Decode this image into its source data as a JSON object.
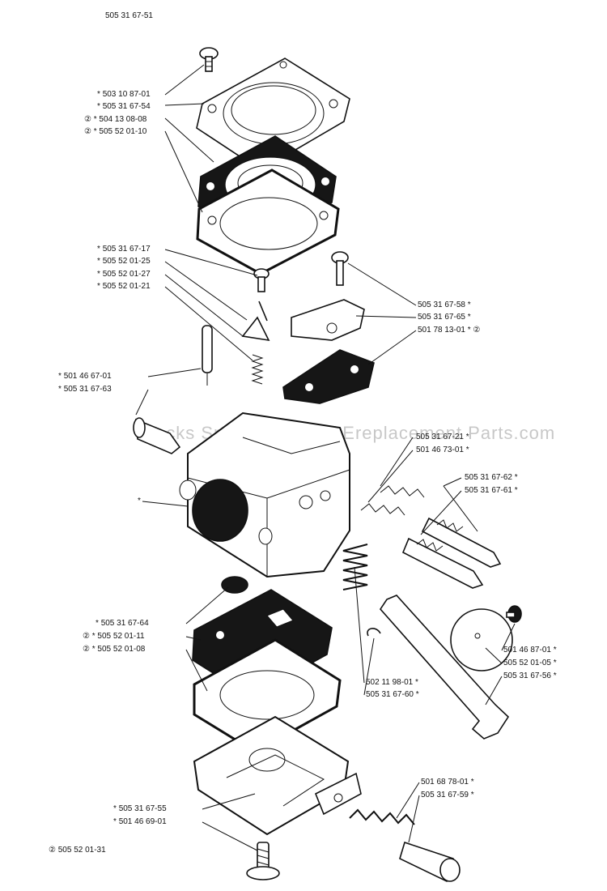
{
  "diagram_number": "505 31 67-51",
  "watermark": "Jacks Small Engines / Ereplacement Parts.com",
  "footnote": "② 505 52 01-31",
  "marker": "②",
  "asterisk": "*",
  "labels_left": [
    {
      "num": "503 10 87-01",
      "mark": "*"
    },
    {
      "num": "505 31 67-54",
      "mark": "*"
    },
    {
      "num": "504 13 08-08",
      "mark": "② *"
    },
    {
      "num": "505 52 01-10",
      "mark": "② *"
    },
    {
      "num": "505 31 67-17",
      "mark": "*"
    },
    {
      "num": "505 52 01-25",
      "mark": "*"
    },
    {
      "num": "505 52 01-27",
      "mark": "*"
    },
    {
      "num": "505 52 01-21",
      "mark": "*"
    },
    {
      "num": "501 46 67-01",
      "mark": "*"
    },
    {
      "num": "505 31 67-63",
      "mark": "*"
    },
    {
      "num": "505 31 67-64",
      "mark": "*"
    },
    {
      "num": "505 52 01-11",
      "mark": "② *"
    },
    {
      "num": "505 52 01-08",
      "mark": "② *"
    },
    {
      "num": "505 31 67-55",
      "mark": "*"
    },
    {
      "num": "501 46 69-01",
      "mark": "*"
    }
  ],
  "labels_right": [
    {
      "num": "505 31 67-58",
      "mark": "*"
    },
    {
      "num": "505 31 67-65",
      "mark": "*"
    },
    {
      "num": "501 78 13-01",
      "mark": "* ②"
    },
    {
      "num": "505 31 67-21",
      "mark": "*"
    },
    {
      "num": "501 46 73-01",
      "mark": "*"
    },
    {
      "num": "505 31 67-62",
      "mark": "*"
    },
    {
      "num": "505 31 67-61",
      "mark": "*"
    },
    {
      "num": "501 46 87-01",
      "mark": "*"
    },
    {
      "num": "505 52 01-05",
      "mark": "*"
    },
    {
      "num": "505 31 67-56",
      "mark": "*"
    },
    {
      "num": "502 11 98-01",
      "mark": "*"
    },
    {
      "num": "505 31 67-60",
      "mark": "*"
    },
    {
      "num": "501 68 78-01",
      "mark": "*"
    },
    {
      "num": "505 31 67-59",
      "mark": "*"
    }
  ]
}
